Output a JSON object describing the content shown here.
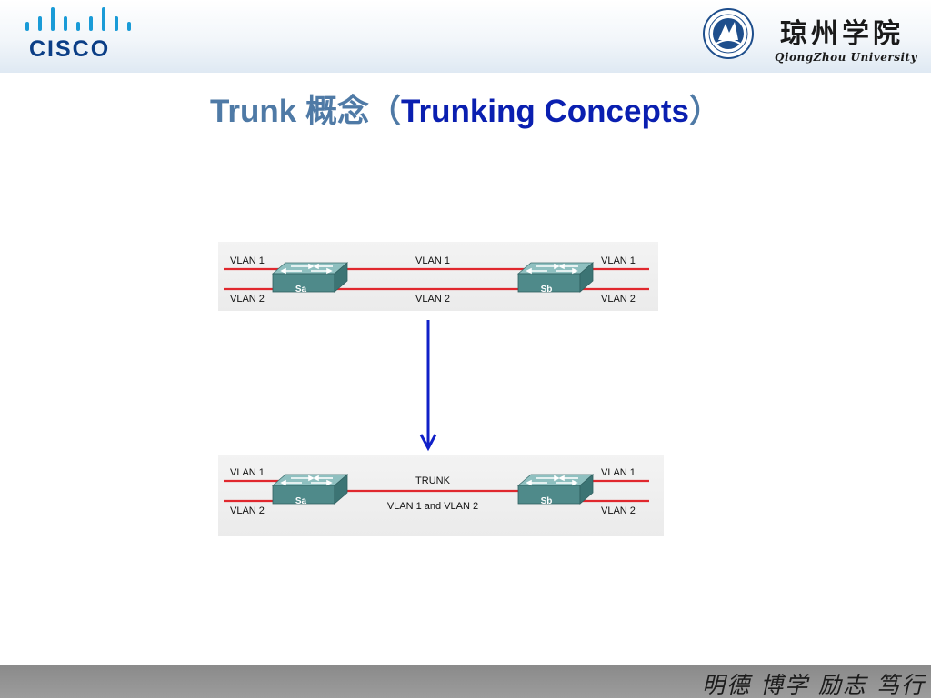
{
  "header": {
    "cisco_word": "CISCO",
    "university_cn": "琼州学院",
    "university_en": "QiongZhou University"
  },
  "title": {
    "prefix": "Trunk 概念（",
    "english": "Trunking Concepts",
    "suffix": "）"
  },
  "diagram_top": {
    "left_vlan1": "VLAN 1",
    "left_vlan2": "VLAN 2",
    "mid_vlan1": "VLAN 1",
    "mid_vlan2": "VLAN 2",
    "right_vlan1": "VLAN 1",
    "right_vlan2": "VLAN 2",
    "switch_a": "Sa",
    "switch_b": "Sb"
  },
  "diagram_bottom": {
    "left_vlan1": "VLAN 1",
    "left_vlan2": "VLAN 2",
    "trunk_label": "TRUNK",
    "trunk_sub": "VLAN 1 and VLAN 2",
    "right_vlan1": "VLAN 1",
    "right_vlan2": "VLAN 2",
    "switch_a": "Sa",
    "switch_b": "Sb"
  },
  "footer": {
    "motto": "明德 博学 励志 笃行"
  },
  "colors": {
    "link_red": "#e0282e",
    "arrow_blue": "#1020c8",
    "switch_top": "#7fb3b3",
    "switch_front": "#4f8a8a",
    "title_blue": "#4f7aa6",
    "title_en_blue": "#0a1fb0"
  }
}
